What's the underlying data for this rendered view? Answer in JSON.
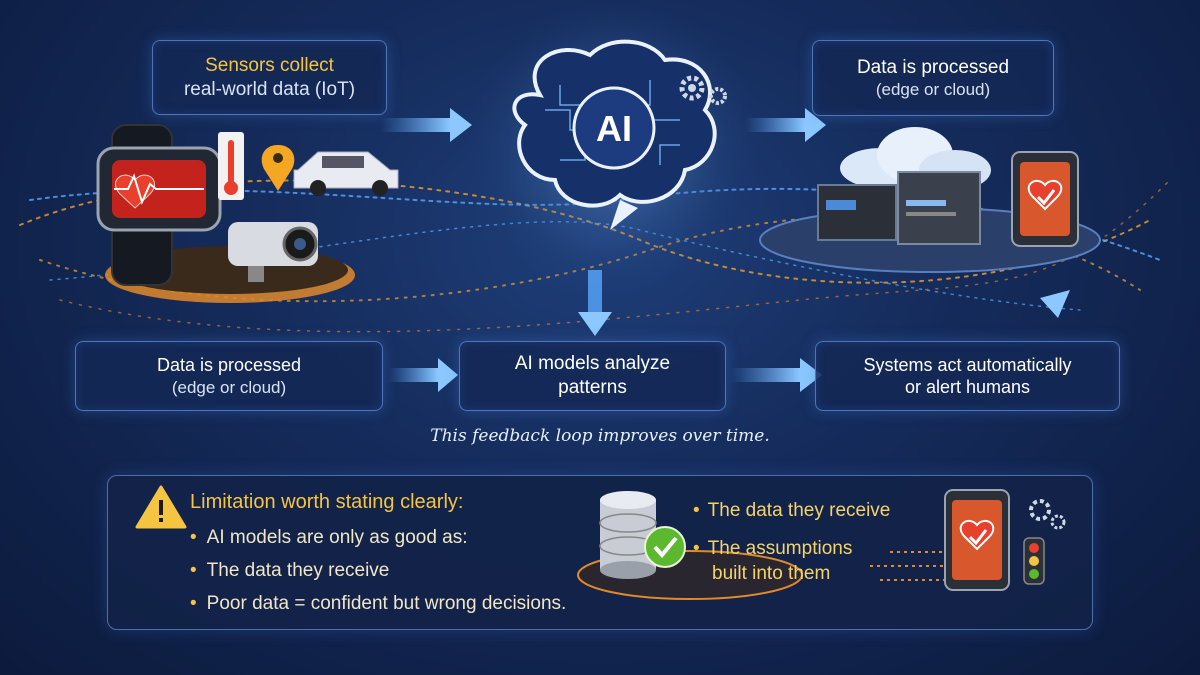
{
  "top_left_box": {
    "line1": "Sensors collect",
    "line2": "real-world data (IoT)"
  },
  "top_right_box": {
    "line1": "Data is processed",
    "line2": "(edge or cloud)"
  },
  "ai_label": "AI",
  "flow_left_box": {
    "line1": "Data is processed",
    "line2": "(edge or cloud)"
  },
  "flow_mid_box": {
    "line1": "AI models analyze",
    "line2": "patterns"
  },
  "flow_right_box": {
    "line1": "Systems act automatically",
    "line2": "or alert humans"
  },
  "feedback_text": "This feedback loop improves over time.",
  "limitation": {
    "title": "Limitation worth stating clearly:",
    "bullets": [
      "AI models are only as good as:",
      "The data they receive",
      "Poor data = confident but wrong decisions."
    ],
    "right_bullets": [
      "The data they receive",
      "The assumptions",
      "built into them"
    ]
  },
  "colors": {
    "accent_yellow": "#f5c542",
    "box_border": "#4d75b8",
    "glow_orange": "#f0a030",
    "glow_blue": "#5aa8ff",
    "check_green": "#5cb82e",
    "heart_red": "#e8402c"
  }
}
